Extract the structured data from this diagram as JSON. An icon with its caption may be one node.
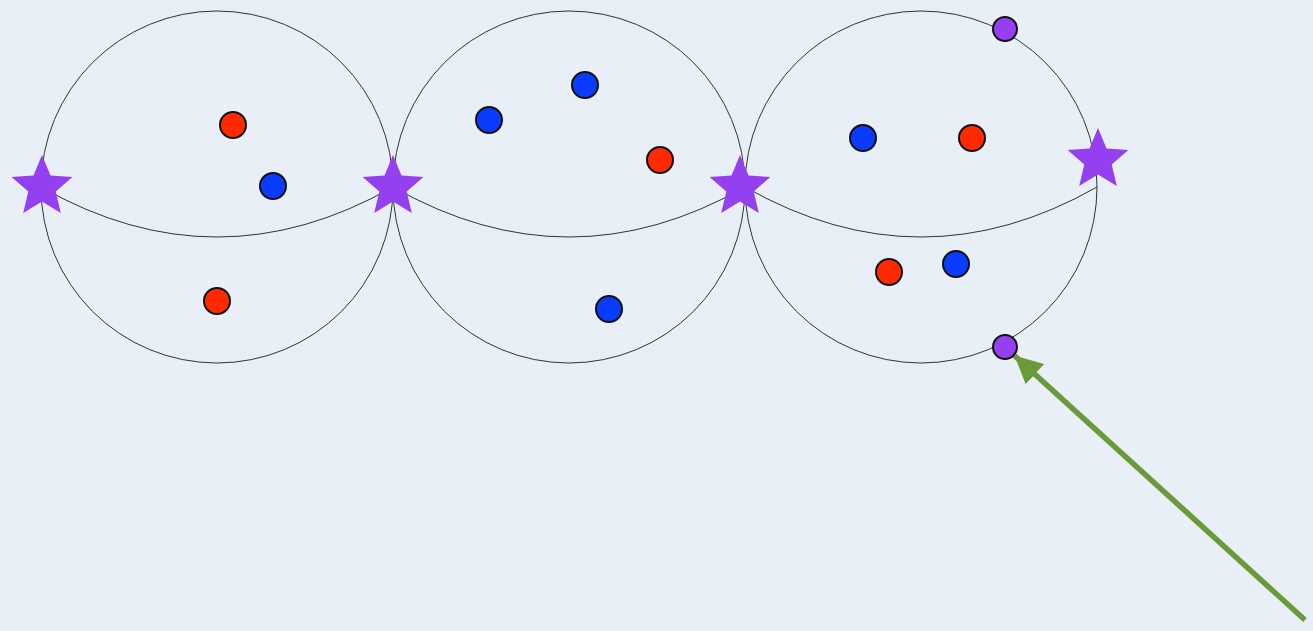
{
  "diagram": {
    "nodes": [
      {
        "text": [],
        "shape": "circle"
      },
      {
        "text": [],
        "shape": "circle"
      }
    ],
    "edges": [
      {
        "from": null,
        "to": 1,
        "arrow": "to",
        "color": "#6a9a3a"
      }
    ]
  }
}
